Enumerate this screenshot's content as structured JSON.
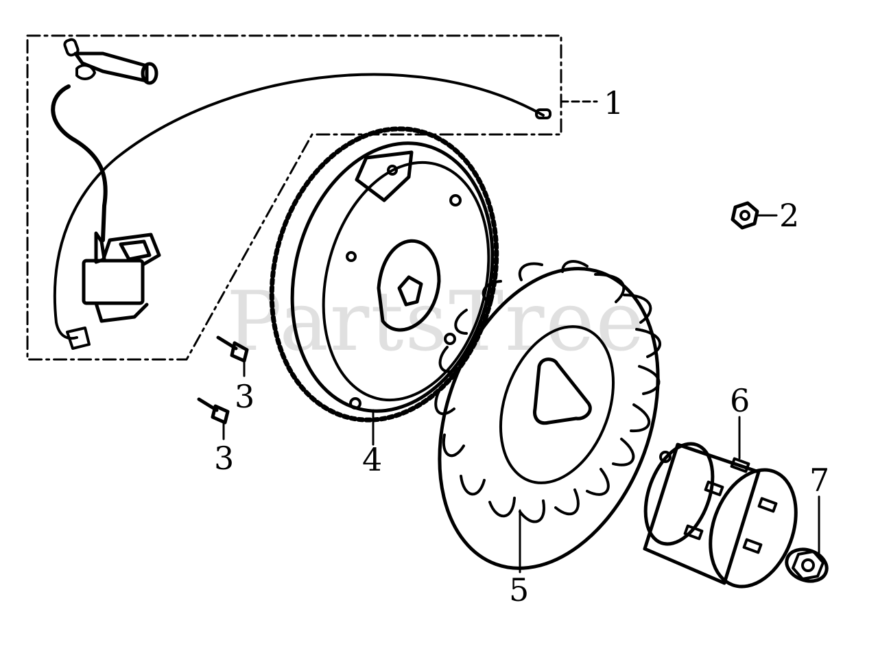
{
  "diagram": {
    "watermark": "PartsTree",
    "callouts": [
      {
        "id": "1",
        "label": "1"
      },
      {
        "id": "2",
        "label": "2"
      },
      {
        "id": "3a",
        "label": "3"
      },
      {
        "id": "3b",
        "label": "3"
      },
      {
        "id": "4",
        "label": "4"
      },
      {
        "id": "5",
        "label": "5"
      },
      {
        "id": "6",
        "label": "6"
      },
      {
        "id": "7",
        "label": "7"
      }
    ],
    "colors": {
      "ink": "#000000",
      "watermark": "#d6d6d6",
      "background": "#ffffff"
    }
  }
}
